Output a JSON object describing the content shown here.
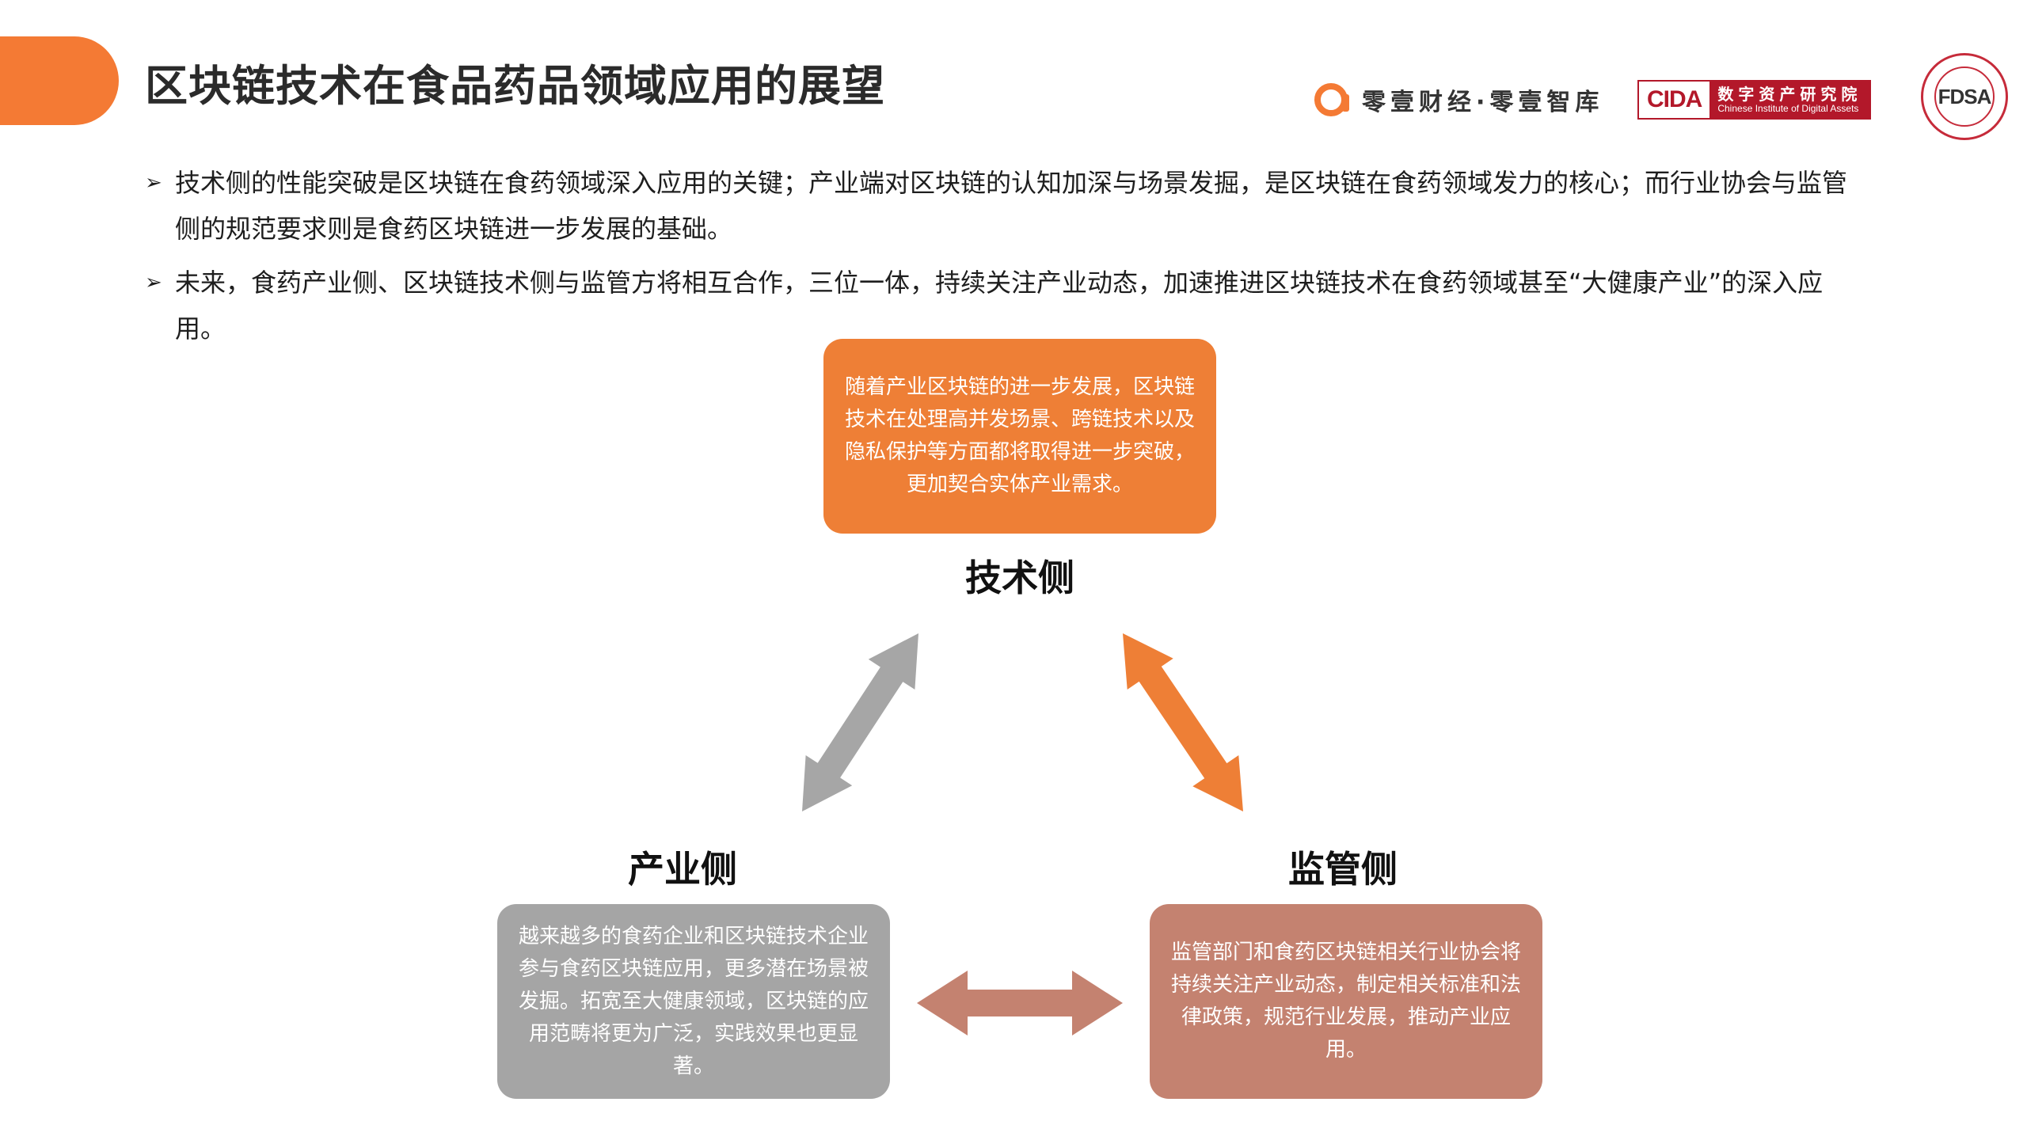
{
  "header": {
    "title": "区块链技术在食品药品领域应用的展望",
    "brand_primary": "零壹财经·零壹智库",
    "brand_cida_logo": "CIDA",
    "brand_cida_cn": "数字资产研究院",
    "brand_cida_en": "Chinese Institute of Digital Assets",
    "brand_fdsa_logo": "FDSA"
  },
  "bullets": [
    "技术侧的性能突破是区块链在食药领域深入应用的关键；产业端对区块链的认知加深与场景发掘，是区块链在食药领域发力的核心；而行业协会与监管侧的规范要求则是食药区块链进一步发展的基础。",
    "未来，食药产业侧、区块链技术侧与监管方将相互合作，三位一体，持续关注产业动态，加速推进区块链技术在食药领域甚至“大健康产业”的深入应用。"
  ],
  "diagram": {
    "tech": {
      "label": "技术侧",
      "text": "随着产业区块链的进一步发展，区块链技术在处理高并发场景、跨链技术以及隐私保护等方面都将取得进一步突破，更加契合实体产业需求。"
    },
    "industry": {
      "label": "产业侧",
      "text": "越来越多的食药企业和区块链技术企业参与食药区块链应用，更多潜在场景被发掘。拓宽至大健康领域，区块链的应用范畴将更为广泛，实践效果也更显著。"
    },
    "regulation": {
      "label": "监管侧",
      "text": "监管部门和食药区块链相关行业协会将持续关注产业动态，制定相关标准和法律政策，规范行业发展，推动产业应用。"
    }
  },
  "colors": {
    "accent": "#f47a34",
    "tech_box": "#ee7f36",
    "industry_box": "#a5a5a5",
    "regulation_box": "#c48270",
    "arrow_gray": "#a6a6a6",
    "arrow_orange": "#ee7f36",
    "arrow_rose": "#c48270"
  }
}
